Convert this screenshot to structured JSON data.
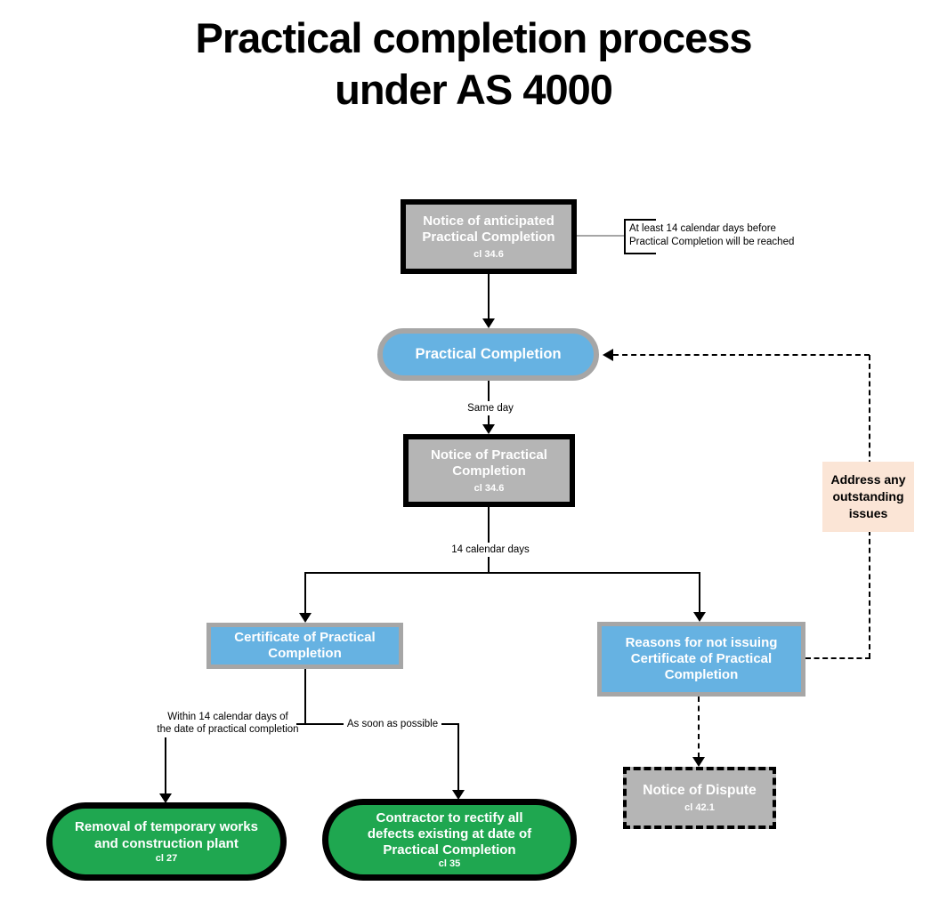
{
  "title": "Practical completion process\nunder AS 4000",
  "nodes": {
    "notice_anticipated": {
      "label": "Notice of anticipated\nPractical Completion",
      "clause": "cl 34.6"
    },
    "practical_completion": {
      "label": "Practical Completion"
    },
    "notice_practical_completion": {
      "label": "Notice of Practical\nCompletion",
      "clause": "cl 34.6"
    },
    "certificate": {
      "label": "Certificate of Practical\nCompletion"
    },
    "reasons": {
      "label": "Reasons for not issuing\nCertificate of Practical\nCompletion"
    },
    "address_issues": {
      "label": "Address any\noutstanding\nissues"
    },
    "removal": {
      "label": "Removal of temporary works\nand construction plant",
      "clause": "cl 27"
    },
    "contractor": {
      "label": "Contractor to rectify all\ndefects existing at date of\nPractical Completion",
      "clause": "cl 35"
    },
    "dispute": {
      "label": "Notice of Dispute",
      "clause": "cl 42.1"
    }
  },
  "labels": {
    "annotation": "At least 14 calendar days before\nPractical Completion will be reached",
    "same_day": "Same day",
    "fourteen_days": "14 calendar days",
    "within": "Within 14 calendar days of\nthe date of practical completion",
    "asap": "As soon as possible"
  },
  "colors": {
    "gray_fill": "#b5b5b5",
    "blue_fill": "#66b2e2",
    "green_fill": "#1fa750",
    "peach_fill": "#fbe5d6",
    "gray_border": "#a6a6a6",
    "line_black": "#000000"
  }
}
